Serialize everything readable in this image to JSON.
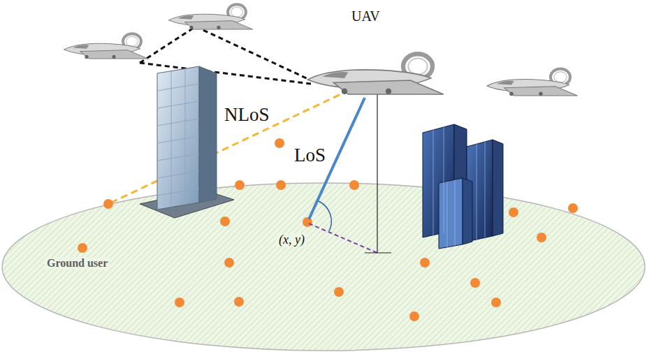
{
  "diagram": {
    "labels": [
      "UAV",
      "NLoS",
      "LoS",
      "(x, y)",
      "Ground user"
    ]
  }
}
